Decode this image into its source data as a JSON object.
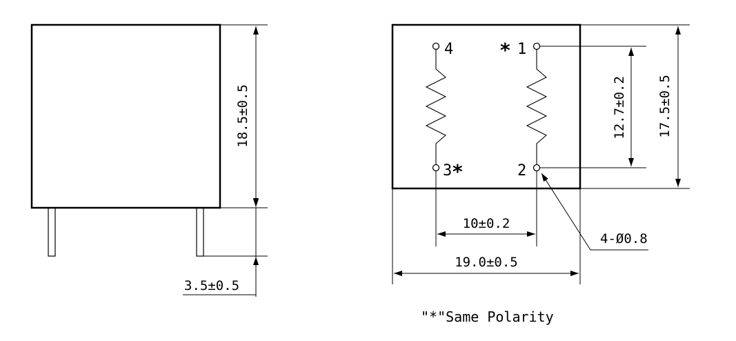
{
  "side_view": {
    "height_dim": "18.5±0.5",
    "pin_dim": "3.5±0.5"
  },
  "bottom_view": {
    "pins": {
      "p1": "1",
      "p2": "2",
      "p3": "3",
      "p4": "4"
    },
    "polarity_mark": "*",
    "dims": {
      "pin_spacing_v": "12.7±0.2",
      "body_height": "17.5±0.5",
      "pin_spacing_h": "10±0.2",
      "body_width": "19.0±0.5",
      "hole_spec": "4-Ø0.8"
    }
  },
  "note": "\"*\"Same Polarity"
}
